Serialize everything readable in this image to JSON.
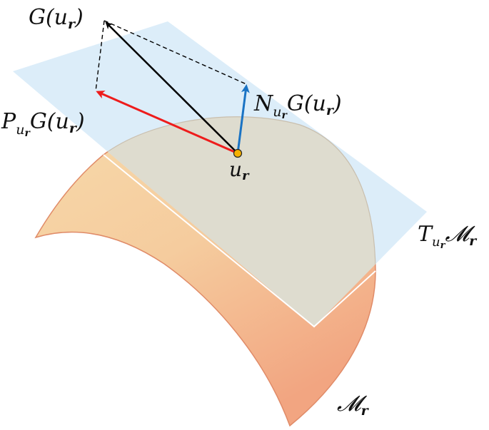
{
  "figure": {
    "type": "tangent-space projection diagram",
    "manifold": {
      "label": "𝓜",
      "label_sub": "r",
      "fill_top": "#f6dcae",
      "fill_bottom": "#f2a987",
      "stroke": "#e08b68"
    },
    "tangent_plane": {
      "label_main": "T",
      "label_sub": "u",
      "label_subsub": "r",
      "label_tail": "𝓜",
      "label_tail_sub": "r",
      "fill": "#d6eaf8",
      "overlap_fill": "#dcdcd0"
    },
    "point": {
      "label": "u",
      "label_sub": "r",
      "color": "#f5b000"
    },
    "vectors": [
      {
        "name": "G",
        "label": "G(u",
        "label_sub": "r",
        "label_tail": ")",
        "color": "#000000"
      },
      {
        "name": "projection",
        "label_prefix": "P",
        "label_prefix_sub": "u",
        "label_prefix_subsub": "r",
        "label": "G(u",
        "label_sub": "r",
        "label_tail": ")",
        "color": "#ee1c1c"
      },
      {
        "name": "normal",
        "label_prefix": "N",
        "label_prefix_sub": "u",
        "label_prefix_subsub": "r",
        "label": "G(u",
        "label_sub": "r",
        "label_tail": ")",
        "color": "#1a73c4"
      }
    ]
  }
}
